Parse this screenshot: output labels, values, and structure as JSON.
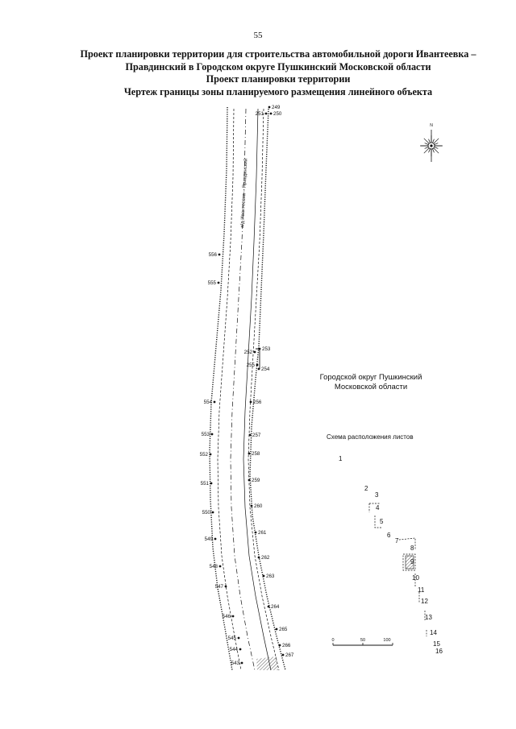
{
  "page_number": "55",
  "title_lines": [
    "Проект планировки территории для строительства автомобильной дороги Ивантеевка –",
    "Правдинский в Городском округе Пушкинский Московской области",
    "Проект планировки территории",
    "Чертеж границы зоны планируемого размещения линейного объекта"
  ],
  "road_name": "а/д Ивантеевка – Правдинский",
  "compass_letter": "N",
  "district_lines": [
    "Городской округ Пушкинский",
    "Московской области"
  ],
  "scheme_title": "Схема расположения листов",
  "sheet_numbers": [
    "1",
    "2",
    "3",
    "4",
    "5",
    "6",
    "7",
    "8",
    "9",
    "10",
    "11",
    "12",
    "13",
    "14",
    "15",
    "16"
  ],
  "scale_labels": [
    "0",
    "50",
    "100"
  ],
  "left_points": [
    "556",
    "555",
    "554",
    "553",
    "552",
    "551",
    "550",
    "549",
    "548",
    "547",
    "546",
    "545",
    "544",
    "543"
  ],
  "right_points": [
    "249",
    "251",
    "250",
    "253",
    "252",
    "255",
    "254",
    "256",
    "257",
    "258",
    "259",
    "260",
    "261",
    "262",
    "263",
    "264",
    "265",
    "266",
    "267"
  ],
  "colors": {
    "line": "#111111",
    "hatch": "#444444",
    "paper": "#ffffff"
  }
}
